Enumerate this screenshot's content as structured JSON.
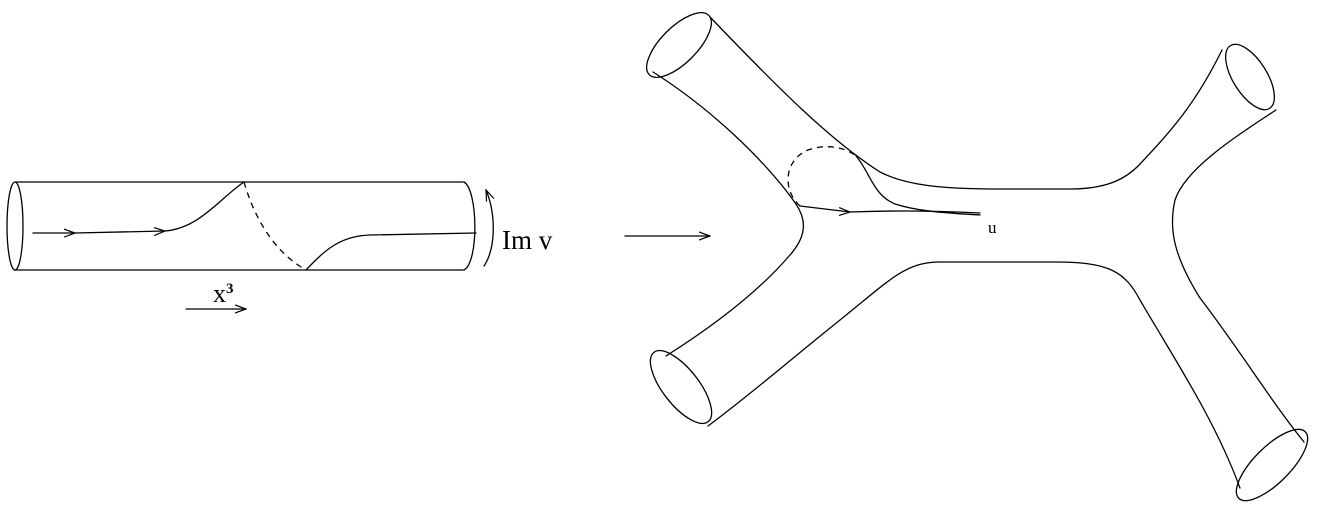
{
  "labels": {
    "im_v": "Im v",
    "x3_base": "x",
    "x3_sup": "3",
    "u": "u"
  }
}
